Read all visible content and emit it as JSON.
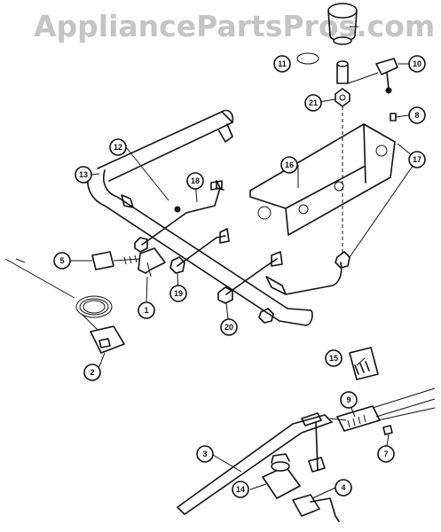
{
  "watermark": "AppliancePartsPros.com",
  "callouts": [
    {
      "id": "c1",
      "label": "1"
    },
    {
      "id": "c2",
      "label": "2"
    },
    {
      "id": "c3",
      "label": "3"
    },
    {
      "id": "c4",
      "label": "4"
    },
    {
      "id": "c5",
      "label": "5"
    },
    {
      "id": "c7",
      "label": "7"
    },
    {
      "id": "c8",
      "label": "8"
    },
    {
      "id": "c9",
      "label": "9"
    },
    {
      "id": "c10",
      "label": "10"
    },
    {
      "id": "c11",
      "label": "11"
    },
    {
      "id": "c12",
      "label": "12"
    },
    {
      "id": "c13",
      "label": "13"
    },
    {
      "id": "c14",
      "label": "14"
    },
    {
      "id": "c15",
      "label": "15"
    },
    {
      "id": "c16",
      "label": "16"
    },
    {
      "id": "c17",
      "label": "17"
    },
    {
      "id": "c18",
      "label": "18"
    },
    {
      "id": "c19",
      "label": "19"
    },
    {
      "id": "c20",
      "label": "20"
    },
    {
      "id": "c21",
      "label": "21"
    }
  ]
}
